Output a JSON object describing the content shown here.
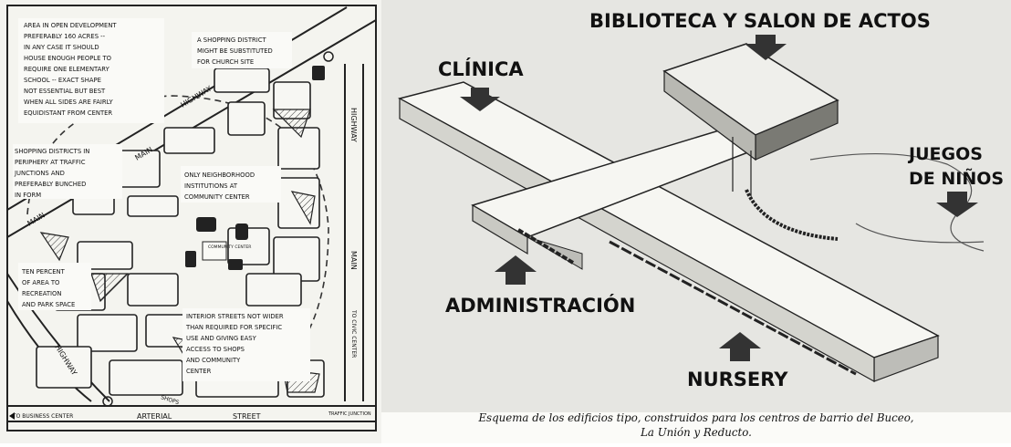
{
  "left_map": {
    "notes": {
      "area_dev": [
        "AREA IN OPEN DEVELOPMENT",
        "PREFERABLY 160 ACRES --",
        "IN ANY CASE IT SHOULD",
        "HOUSE ENOUGH PEOPLE TO",
        "REQUIRE ONE ELEMENTARY",
        "SCHOOL -- EXACT SHAPE",
        "NOT ESSENTIAL BUT BEST",
        "WHEN ALL SIDES ARE FAIRLY",
        "EQUIDISTANT FROM CENTER"
      ],
      "shopping_district": [
        "A SHOPPING DISTRICT",
        "MIGHT BE SUBSTITUTED",
        "FOR CHURCH SITE"
      ],
      "periphery": [
        "SHOPPING DISTRICTS IN",
        "PERIPHERY AT TRAFFIC",
        "JUNCTIONS AND",
        "PREFERABLY BUNCHED",
        "IN FORM"
      ],
      "neighborhood": [
        "ONLY NEIGHBORHOOD",
        "INSTITUTIONS AT",
        "COMMUNITY CENTER"
      ],
      "recreation": [
        "TEN PERCENT",
        "OF AREA TO",
        "RECREATION",
        "AND PARK SPACE"
      ],
      "interior_streets": [
        "INTERIOR STREETS NOT WIDER",
        "THAN REQUIRED FOR SPECIFIC",
        "USE AND GIVING EASY",
        "ACCESS TO SHOPS",
        "AND COMMUNITY",
        "CENTER"
      ]
    },
    "road_labels": {
      "main_highway_top": "MAIN",
      "highway_top": "HIGHWAY",
      "main_left": "MAIN",
      "highway_right": "HIGHWAY",
      "main_right": "MAIN",
      "highway_bottom_left": "HIGHWAY",
      "arterial": "ARTERIAL",
      "street": "STREET",
      "to_business_center": "TO BUSINESS CENTER",
      "to_civic_center": "TO CIVIC CENTER",
      "traffic_junction": "TRAFFIC JUNCTION",
      "shops": "SHOPS",
      "community_center": "COMMUNITY CENTER"
    }
  },
  "right_diagram": {
    "labels": {
      "biblioteca": "BIBLIOTECA Y SALON DE ACTOS",
      "clinica": "CLÍNICA",
      "juegos_1": "JUEGOS",
      "juegos_2": "DE NIÑOS",
      "administracion": "ADMINISTRACIÓN",
      "nursery": "NURSERY"
    },
    "caption": {
      "line1": "Esquema de los edificios tipo, construidos para los centros de barrio del Buceo,",
      "line2": "La Unión y Reducto."
    }
  }
}
